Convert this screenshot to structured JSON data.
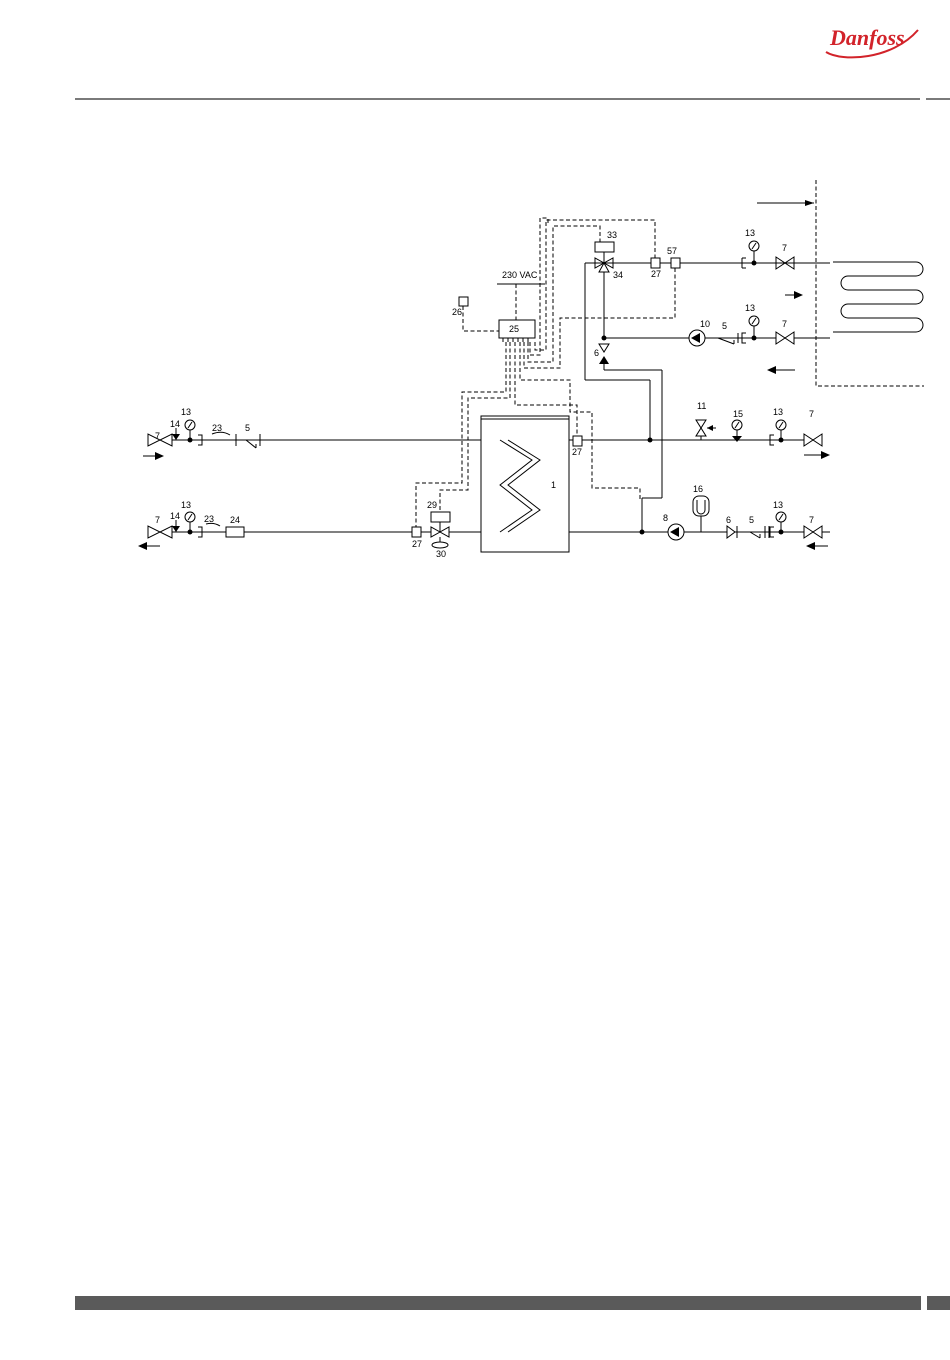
{
  "brand": {
    "logo_text": "Danfoss",
    "color": "#d2232a"
  },
  "colors": {
    "rule": "#7a7a7a",
    "footer": "#5a5a5a"
  },
  "diagram": {
    "supply_label": "230  VAC",
    "labels": {
      "l1": "1",
      "l5a": "5",
      "l5b": "5",
      "l5c": "5",
      "l6a": "6",
      "l6b": "6",
      "l7a": "7",
      "l7b": "7",
      "l7c": "7",
      "l7d": "7",
      "l7e": "7",
      "l7f": "7",
      "l8": "8",
      "l10": "10",
      "l11": "11",
      "l13a": "13",
      "l13b": "13",
      "l13c": "13",
      "l13d": "13",
      "l13e": "13",
      "l13f": "13",
      "l14a": "14",
      "l14b": "14",
      "l15": "15",
      "l16": "16",
      "l23a": "23",
      "l23b": "23",
      "l24": "24",
      "l25": "25",
      "l26": "26",
      "l27a": "27",
      "l27b": "27",
      "l27c": "27",
      "l29": "29",
      "l30": "30",
      "l33": "33",
      "l34": "34",
      "l57": "57"
    }
  }
}
